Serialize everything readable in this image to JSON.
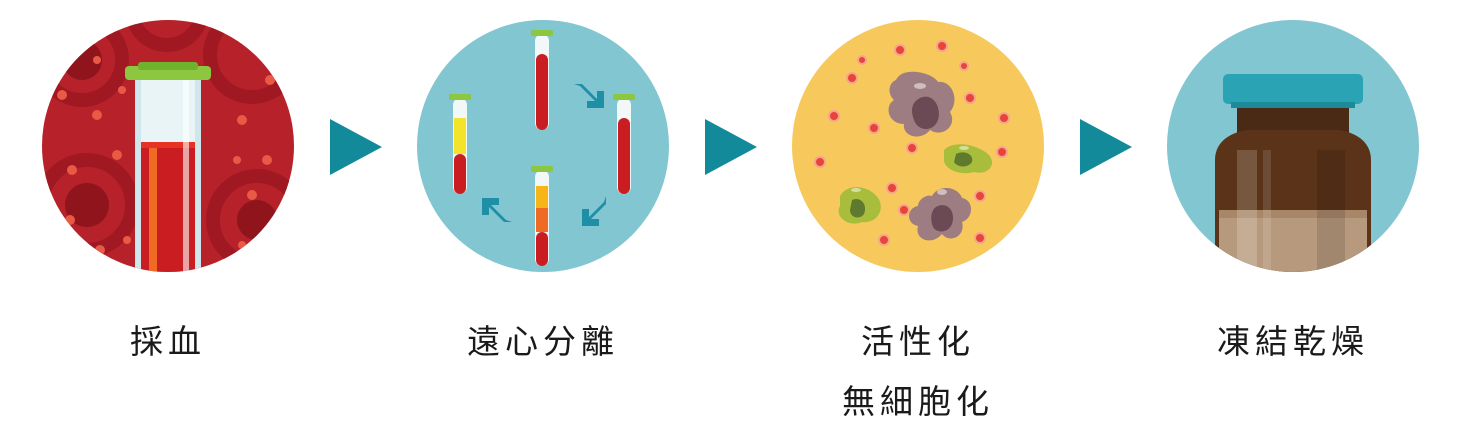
{
  "steps": [
    {
      "id": "blood-collection",
      "label_lines": [
        "採血"
      ],
      "icon": "blood-sample-tube-icon"
    },
    {
      "id": "centrifugation",
      "label_lines": [
        "遠心分離"
      ],
      "icon": "centrifuge-cycle-icon"
    },
    {
      "id": "activation",
      "label_lines": [
        "活性化",
        "無細胞化"
      ],
      "icon": "cell-activation-icon"
    },
    {
      "id": "freeze-drying",
      "label_lines": [
        "凍結乾燥"
      ],
      "icon": "freeze-dried-vial-icon"
    }
  ],
  "colors": {
    "arrow": "#138a9a",
    "blood_bg": "#b7212a",
    "teal_bg": "#82c6d1",
    "yellow_bg": "#f7c85c",
    "vial_bg": "#82c6d1",
    "vial_cap": "#2aa4b5",
    "vial_glass": "#5b3318"
  }
}
